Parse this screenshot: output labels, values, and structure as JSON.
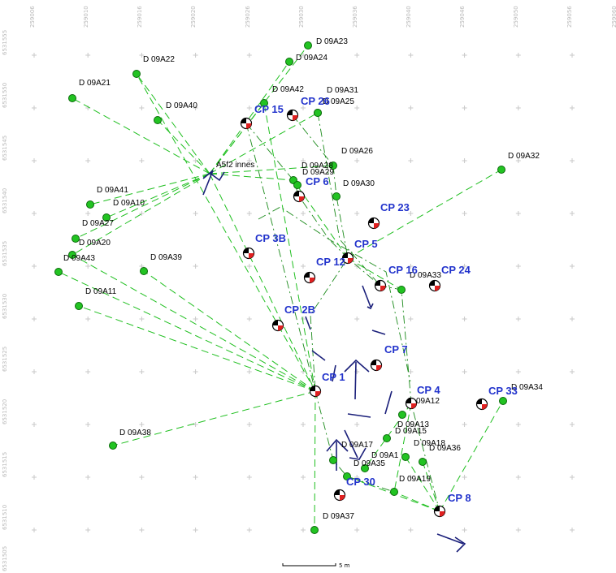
{
  "x_coords": [
    "259006",
    "259010",
    "259016",
    "259020",
    "259026",
    "259030",
    "259036",
    "259040",
    "259046",
    "259050",
    "259056",
    "259060"
  ],
  "y_coords": [
    "6531555",
    "6531550",
    "6531545",
    "6531540",
    "6531535",
    "6531530",
    "6531525",
    "6531520",
    "6531515",
    "6531510",
    "6531505"
  ],
  "scale_label": "5 m",
  "station_label": "A5f2 innes",
  "points": [
    "D 09A23",
    "D 09A24",
    "D 09A22",
    "D 09A21",
    "D 09A42",
    "D 09A31",
    "D 09A25",
    "D 09A40",
    "D 09A26",
    "D 09A28",
    "D 09A29",
    "D 09A30",
    "D 09A32",
    "D 09A41",
    "D 09A10",
    "D 09A27",
    "D 09A20",
    "D 09A43",
    "D 09A39",
    "D 09A33",
    "D 09A11",
    "D 09A34",
    "D 09A12",
    "D 09A13",
    "D 09A15",
    "D 09A17",
    "D 09A1",
    "D 09A18",
    "D 09A36",
    "D 09A35",
    "D 09A19",
    "D 09A38",
    "D 09A37"
  ],
  "control_points": [
    "CP 15",
    "CP 26",
    "CP 6",
    "CP 23",
    "CP 3B",
    "CP 5",
    "CP 12",
    "CP 16",
    "CP 24",
    "CP 2B",
    "CP 7",
    "CP 1",
    "CP 4",
    "CP 33",
    "CP 30",
    "CP 8"
  ]
}
